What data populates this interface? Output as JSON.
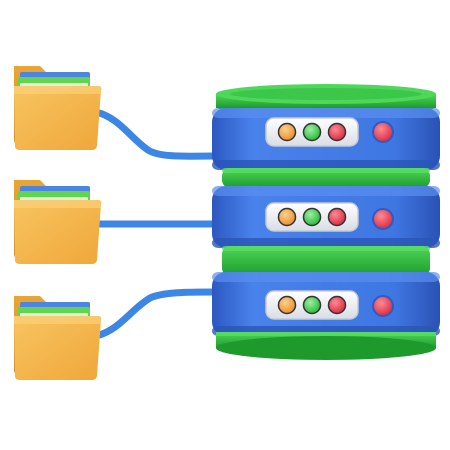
{
  "illustration": {
    "icon": "database-server-folders-icon",
    "colors": {
      "folder_back": "#E29A2A",
      "folder_front": "#F6B64A",
      "folder_tab_edge": "#C9851F",
      "paper_blue": "#4A86E0",
      "paper_green": "#63D44E",
      "paper_white": "#F3F3F3",
      "cable": "#3C86E6",
      "server_body": "#3D74E0",
      "server_body_dark": "#2E5BC4",
      "server_cap": "#2FBF40",
      "server_cap_dark": "#1E9A2C",
      "panel": "#EDEFF3",
      "led_orange": "#F0A040",
      "led_green": "#3CCB4A",
      "led_red": "#E63946"
    },
    "folders": [
      {
        "name": "folder-top"
      },
      {
        "name": "folder-middle"
      },
      {
        "name": "folder-bottom"
      }
    ],
    "server_units": [
      {
        "name": "server-unit-top",
        "leds": [
          "orange",
          "green",
          "red"
        ],
        "power": "red"
      },
      {
        "name": "server-unit-middle",
        "leds": [
          "orange",
          "green",
          "red"
        ],
        "power": "red"
      },
      {
        "name": "server-unit-bottom",
        "leds": [
          "orange",
          "green",
          "red"
        ],
        "power": "red"
      }
    ]
  }
}
